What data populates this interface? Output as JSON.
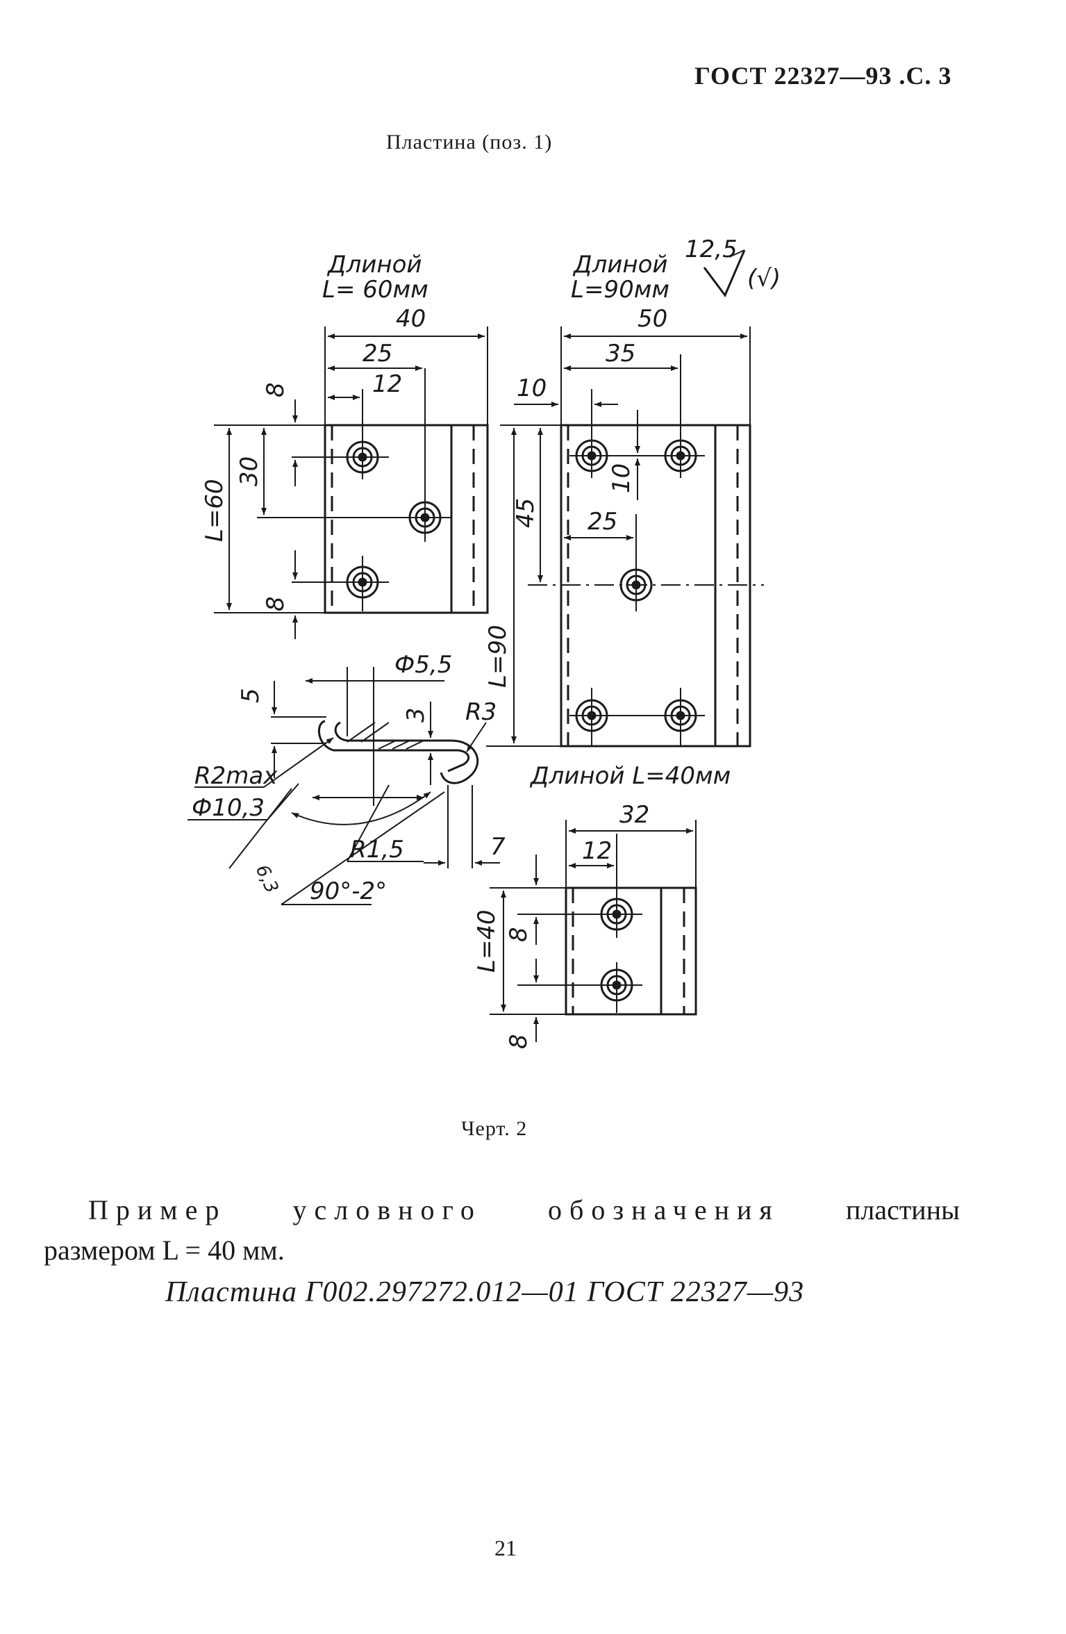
{
  "header": {
    "text": "ГОСТ 22327—93 .С. 3"
  },
  "plate_title": "Пластина (поз. 1)",
  "drawing": {
    "view_60": {
      "caption_line1": "Длиной",
      "caption_line2": "L= 60мм",
      "dims": [
        "40",
        "25",
        "12",
        "8",
        "30",
        "L=60",
        "8"
      ]
    },
    "view_90": {
      "caption_line1": "Длиной",
      "caption_line2": "L=90мм",
      "dims": [
        "50",
        "35",
        "10",
        "45",
        "10",
        "25",
        "L=90"
      ]
    },
    "roughness": {
      "value": "12,5",
      "symbol": "(√)"
    },
    "section": {
      "dims": [
        "Ф5,5",
        "5",
        "3",
        "R3",
        "R2max",
        "Ф10,3",
        "R1,5",
        "7",
        "6,3",
        "90°-2°"
      ]
    },
    "view_40": {
      "caption": "Длиной L=40мм",
      "dims": [
        "32",
        "12",
        "L=40",
        "8",
        "8"
      ]
    }
  },
  "caption": "Черт. 2",
  "example": {
    "word1": "Пример",
    "word2": "условного",
    "word3": "обозначения",
    "word4": "пластины",
    "line2": "размером L = 40 мм."
  },
  "designation": "Пластина Г002.297272.012—01 ГОСТ 22327—93",
  "page_number": "21"
}
